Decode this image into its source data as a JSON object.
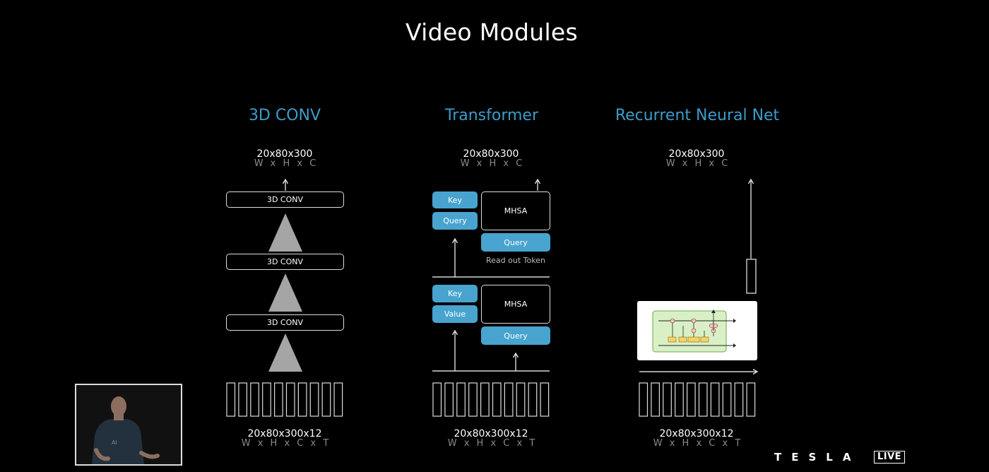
{
  "title": "Video Modules",
  "columns": [
    {
      "title": "3D CONV",
      "output": {
        "dims": "20x80x300",
        "labels": "W x H x C"
      },
      "blocks": [
        "3D CONV",
        "3D CONV",
        "3D CONV"
      ],
      "input": {
        "dims": "20x80x300x12",
        "labels": "W x H x C x T"
      }
    },
    {
      "title": "Transformer",
      "output": {
        "dims": "20x80x300",
        "labels": "W x H x C"
      },
      "upper": {
        "key": "Key",
        "query": "Query",
        "mhsa": "MHSA",
        "query_token": "Query",
        "note": "Read out Token"
      },
      "lower": {
        "key": "Key",
        "value": "Value",
        "mhsa": "MHSA",
        "query": "Query"
      },
      "input": {
        "dims": "20x80x300x12",
        "labels": "W x H x C x T"
      }
    },
    {
      "title": "Recurrent Neural Net",
      "output": {
        "dims": "20x80x300",
        "labels": "W x H x C"
      },
      "input": {
        "dims": "20x80x300x12",
        "labels": "W x H x C x T"
      }
    }
  ],
  "branding": {
    "logo": "TESLA",
    "badge": "LIVE"
  },
  "colors": {
    "background": "#000000",
    "accent": "#3d9cc9",
    "block_blue": "#48a4cf"
  }
}
